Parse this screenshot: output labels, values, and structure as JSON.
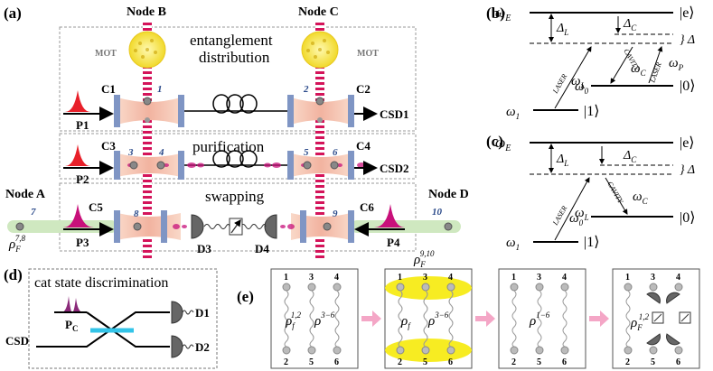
{
  "panels": {
    "a": "(a)",
    "b": "(b)",
    "c": "(c)",
    "d": "(d)",
    "e": "(e)"
  },
  "nodes": {
    "A": "Node A",
    "B": "Node B",
    "C": "Node C",
    "D": "Node D"
  },
  "stages": {
    "entanglement_line1": "entanglement",
    "entanglement_line2": "distribution",
    "purification": "purification",
    "swapping": "swapping"
  },
  "mot": "MOT",
  "cavities": [
    "C1",
    "C2",
    "C3",
    "C4",
    "C5",
    "C6"
  ],
  "pulses": [
    "P1",
    "P2",
    "P3",
    "P4"
  ],
  "detectors": [
    "D3",
    "D4"
  ],
  "outputs": [
    "CSD1",
    "CSD2"
  ],
  "atom_numbers": [
    "1",
    "2",
    "3",
    "4",
    "5",
    "6",
    "7",
    "8",
    "9",
    "10"
  ],
  "rho_left": {
    "base": "ρ",
    "sub": "F",
    "sup": "7,8"
  },
  "rho_right": {
    "base": "ρ",
    "sub": "F",
    "sup": "9,10"
  },
  "level_b": {
    "omega_E": "ω",
    "omega_E_sub": "E",
    "ket_e": "|e⟩",
    "delta_L": "Δ",
    "delta_L_sub": "L",
    "delta_C": "Δ",
    "delta_C_sub": "C",
    "delta": "} Δ",
    "laser": "LASER",
    "cavity": "CAVITY",
    "laser2": "LASER",
    "omega_L": "ω",
    "omega_L_sub": "L",
    "omega_C": "ω",
    "omega_C_sub": "C",
    "omega_P": "ω",
    "omega_P_sub": "P",
    "omega_0": "ω",
    "omega_0_sub": "0",
    "ket_0": "|0⟩",
    "omega_1": "ω",
    "omega_1_sub": "1",
    "ket_1": "|1⟩"
  },
  "level_c": {
    "omega_E": "ω",
    "omega_E_sub": "E",
    "ket_e": "|e⟩",
    "delta_L": "Δ",
    "delta_L_sub": "L",
    "delta_C": "Δ",
    "delta_C_sub": "C",
    "delta": "} Δ",
    "laser": "LASER",
    "cavity": "CAVITY",
    "omega_L": "ω",
    "omega_L_sub": "L",
    "omega_C": "ω",
    "omega_C_sub": "C",
    "omega_0": "ω",
    "omega_0_sub": "0",
    "ket_0": "|0⟩",
    "omega_1": "ω",
    "omega_1_sub": "1",
    "ket_1": "|1⟩"
  },
  "panel_d": {
    "title": "cat state discrimination",
    "pc": "P",
    "pc_sub": "C",
    "csd": "CSD",
    "d1": "D1",
    "d2": "D2"
  },
  "panel_e": {
    "top_labels": [
      "1",
      "3",
      "4"
    ],
    "bottom_labels": [
      "2",
      "5",
      "6"
    ],
    "box1_a": {
      "base": "ρ",
      "sub": "f",
      "sup": "1,2"
    },
    "box1_b": {
      "base": "ρ",
      "sup": "3−6"
    },
    "box2_a": {
      "base": "ρ",
      "sub": "f"
    },
    "box2_b": {
      "base": "ρ",
      "sup": "3−6"
    },
    "box3": {
      "base": "ρ",
      "sup": "1−6"
    },
    "box4": {
      "base": "ρ",
      "sub": "F",
      "sup": "1,2"
    }
  },
  "colors": {
    "beam": "#d4145a",
    "pulse_red": "#e8202a",
    "pulse_magenta": "#c8107a",
    "mot_yellow": "#f5e23a",
    "mirror": "#7f95c4",
    "cavity_mode": "#f6c9b8",
    "fiber_green": "#cfe8c0",
    "arrow_pink": "#f4a6c6",
    "splitter": "#33c4e8",
    "ellipse_yellow": "#f7ec22",
    "pc_purple": "#8b2a7a"
  }
}
